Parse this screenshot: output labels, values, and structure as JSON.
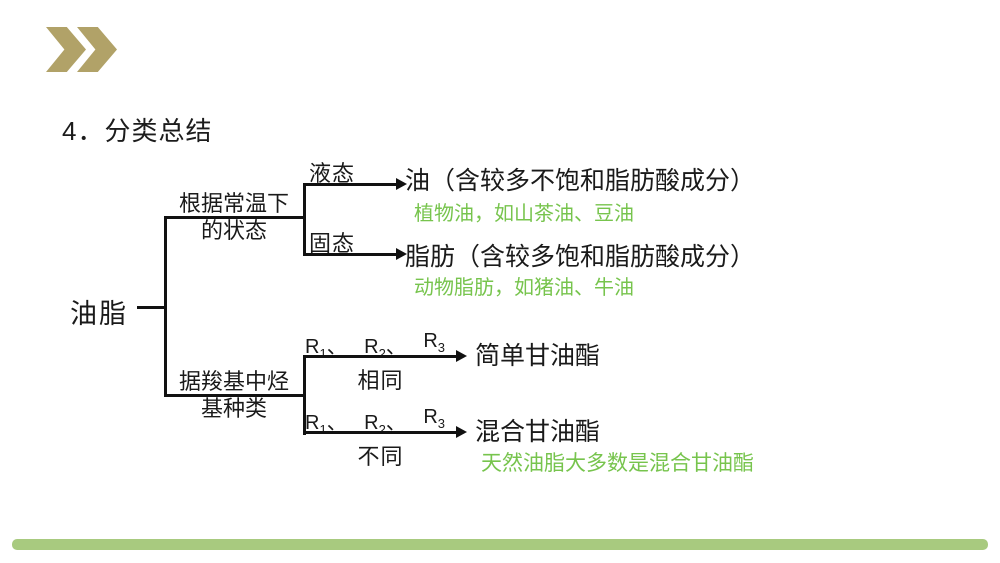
{
  "title": "4．分类总结",
  "tree": {
    "root": "油脂",
    "branch1": {
      "label_line1": "根据常温下",
      "label_line2": "的状态",
      "liquid": {
        "condition": "液态",
        "result": "油（含较多不饱和脂肪酸成分）",
        "note": "植物油，如山茶油、豆油"
      },
      "solid": {
        "condition": "固态",
        "result": "脂肪（含较多饱和脂肪酸成分）",
        "note": "动物脂肪，如猪油、牛油"
      }
    },
    "branch2": {
      "label_line1": "据羧基中烃",
      "label_line2": "基种类",
      "r_parts": [
        {
          "base": "R",
          "sub": "1",
          "sep": "、"
        },
        {
          "base": "R",
          "sub": "2",
          "sep": "、"
        },
        {
          "base": "R",
          "sub": "3",
          "sep": ""
        }
      ],
      "same": {
        "condition": "相同",
        "result": "简单甘油酯"
      },
      "different": {
        "condition": "不同",
        "result": "混合甘油酯",
        "note": "天然油脂大多数是混合甘油酯"
      }
    }
  },
  "colors": {
    "text": "#1a1a1a",
    "green_note": "#77c44d",
    "line": "#111111",
    "logo_gold": "#b1a268",
    "bottom_bar": "#a8ca7f"
  }
}
